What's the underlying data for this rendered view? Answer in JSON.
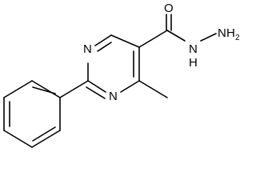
{
  "molecule": {
    "atoms": {
      "n_top": "N",
      "n_bottom": "N",
      "o_carbonyl": "O",
      "nh": "N",
      "h_nh": "H",
      "nh2_n": "N",
      "nh2_h": "H",
      "nh2_sub": "2"
    }
  }
}
